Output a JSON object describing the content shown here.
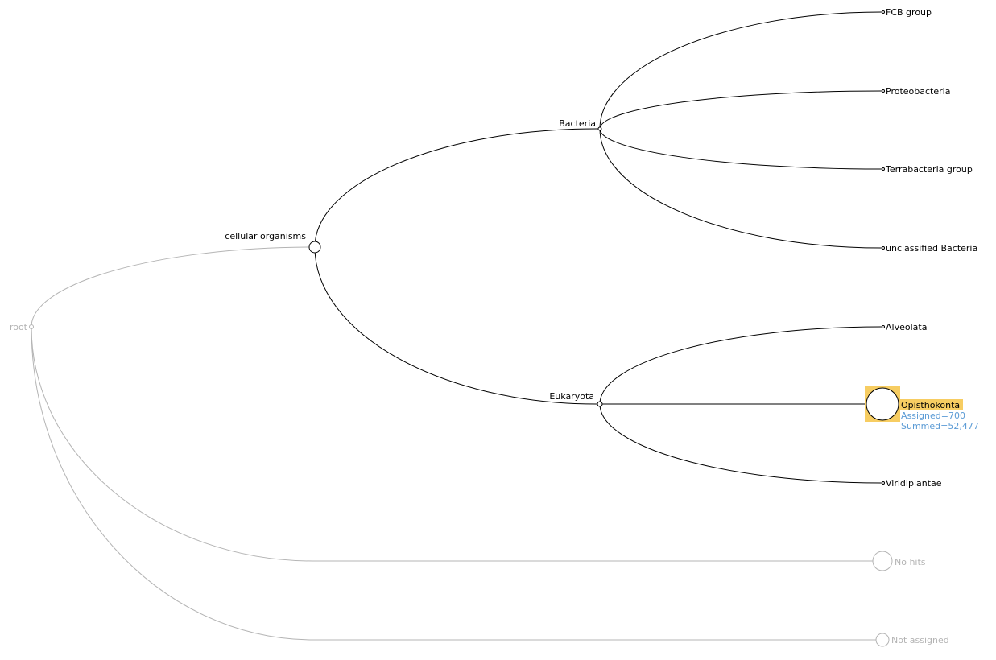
{
  "tree": {
    "root": {
      "label": "root"
    },
    "nodes": {
      "cellular": {
        "label": "cellular organisms"
      },
      "bacteria": {
        "label": "Bacteria"
      },
      "eukaryota": {
        "label": "Eukaryota"
      },
      "fcb": {
        "label": "FCB group"
      },
      "proteo": {
        "label": "Proteobacteria"
      },
      "terra": {
        "label": "Terrabacteria group"
      },
      "unclass": {
        "label": "unclassified Bacteria"
      },
      "alveolata": {
        "label": "Alveolata"
      },
      "opistho": {
        "label": "Opisthokonta",
        "assigned": "Assigned=700",
        "summed": "Summed=52,477"
      },
      "viridi": {
        "label": "Viridiplantae"
      },
      "nohits": {
        "label": "No hits"
      },
      "notassigned": {
        "label": "Not assigned"
      }
    }
  },
  "colors": {
    "active": "#000000",
    "inactive": "#b4b4b4",
    "selection": "#f7cd62",
    "info": "#5b9bd5"
  }
}
